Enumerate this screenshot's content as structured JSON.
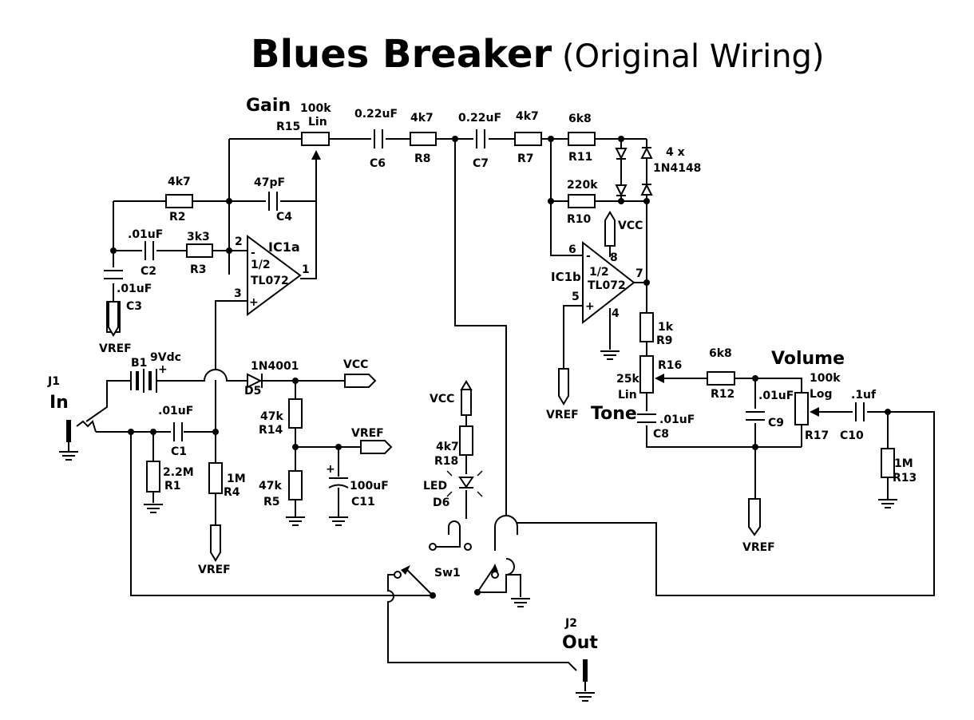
{
  "title": {
    "main": "Blues Breaker",
    "sub": "(Original Wiring)"
  },
  "labels": {
    "gain": "Gain",
    "tone": "Tone",
    "volume": "Volume",
    "r15_val": "100k",
    "r15_lin": "Lin",
    "r15": "R15",
    "c6_val": "0.22uF",
    "c6": "C6",
    "r8_val": "4k7",
    "r8": "R8",
    "c7_val": "0.22uF",
    "c7": "C7",
    "r7_val": "4k7",
    "r7": "R7",
    "r11_val": "6k8",
    "r11": "R11",
    "diodes_val": "4 x",
    "diodes_part": "1N4148",
    "r10_val": "220k",
    "r10": "R10",
    "r2_val": "4k7",
    "r2": "R2",
    "c4_val": "47pF",
    "c4": "C4",
    "c2_val": ".01uF",
    "c2": "C2",
    "r3_val": "3k3",
    "r3": "R3",
    "c3_val": ".01uF",
    "c3": "C3",
    "ic1a": "IC1a",
    "ic1a_half": "1/2",
    "ic1a_part": "TL072",
    "ic1b": "IC1b",
    "ic1b_half": "1/2",
    "ic1b_part": "TL072",
    "vcc": "VCC",
    "vref": "VREF",
    "b1": "B1",
    "b1_val": "9Vdc",
    "d5_part": "1N4001",
    "d5": "D5",
    "j1": "J1",
    "j1_name": "In",
    "c1_val": ".01uF",
    "c1": "C1",
    "r1_val": "2.2M",
    "r1": "R1",
    "r4_val": "1M",
    "r4": "R4",
    "r14_val": "47k",
    "r14": "R14",
    "r5_val": "47k",
    "r5": "R5",
    "c11_val": "100uF",
    "c11": "C11",
    "r18_val": "4k7",
    "r18": "R18",
    "led": "LED",
    "d6": "D6",
    "sw1": "Sw1",
    "j2": "J2",
    "j2_name": "Out",
    "r9_val": "1k",
    "r9": "R9",
    "r16": "R16",
    "r16_val": "25k",
    "r16_lin": "Lin",
    "c8_val": ".01uF",
    "c8": "C8",
    "r12_val": "6k8",
    "r12": "R12",
    "c9_val": ".01uF",
    "c9": "C9",
    "r17_val": "100k",
    "r17_log": "Log",
    "r17": "R17",
    "c10_val": ".1uf",
    "c10": "C10",
    "r13_val": "1M",
    "r13": "R13",
    "pin1": "1",
    "pin2": "2",
    "pin3": "3",
    "pin4": "4",
    "pin5": "5",
    "pin6": "6",
    "pin7": "7",
    "pin8": "8",
    "minus": "-",
    "plus": "+"
  }
}
